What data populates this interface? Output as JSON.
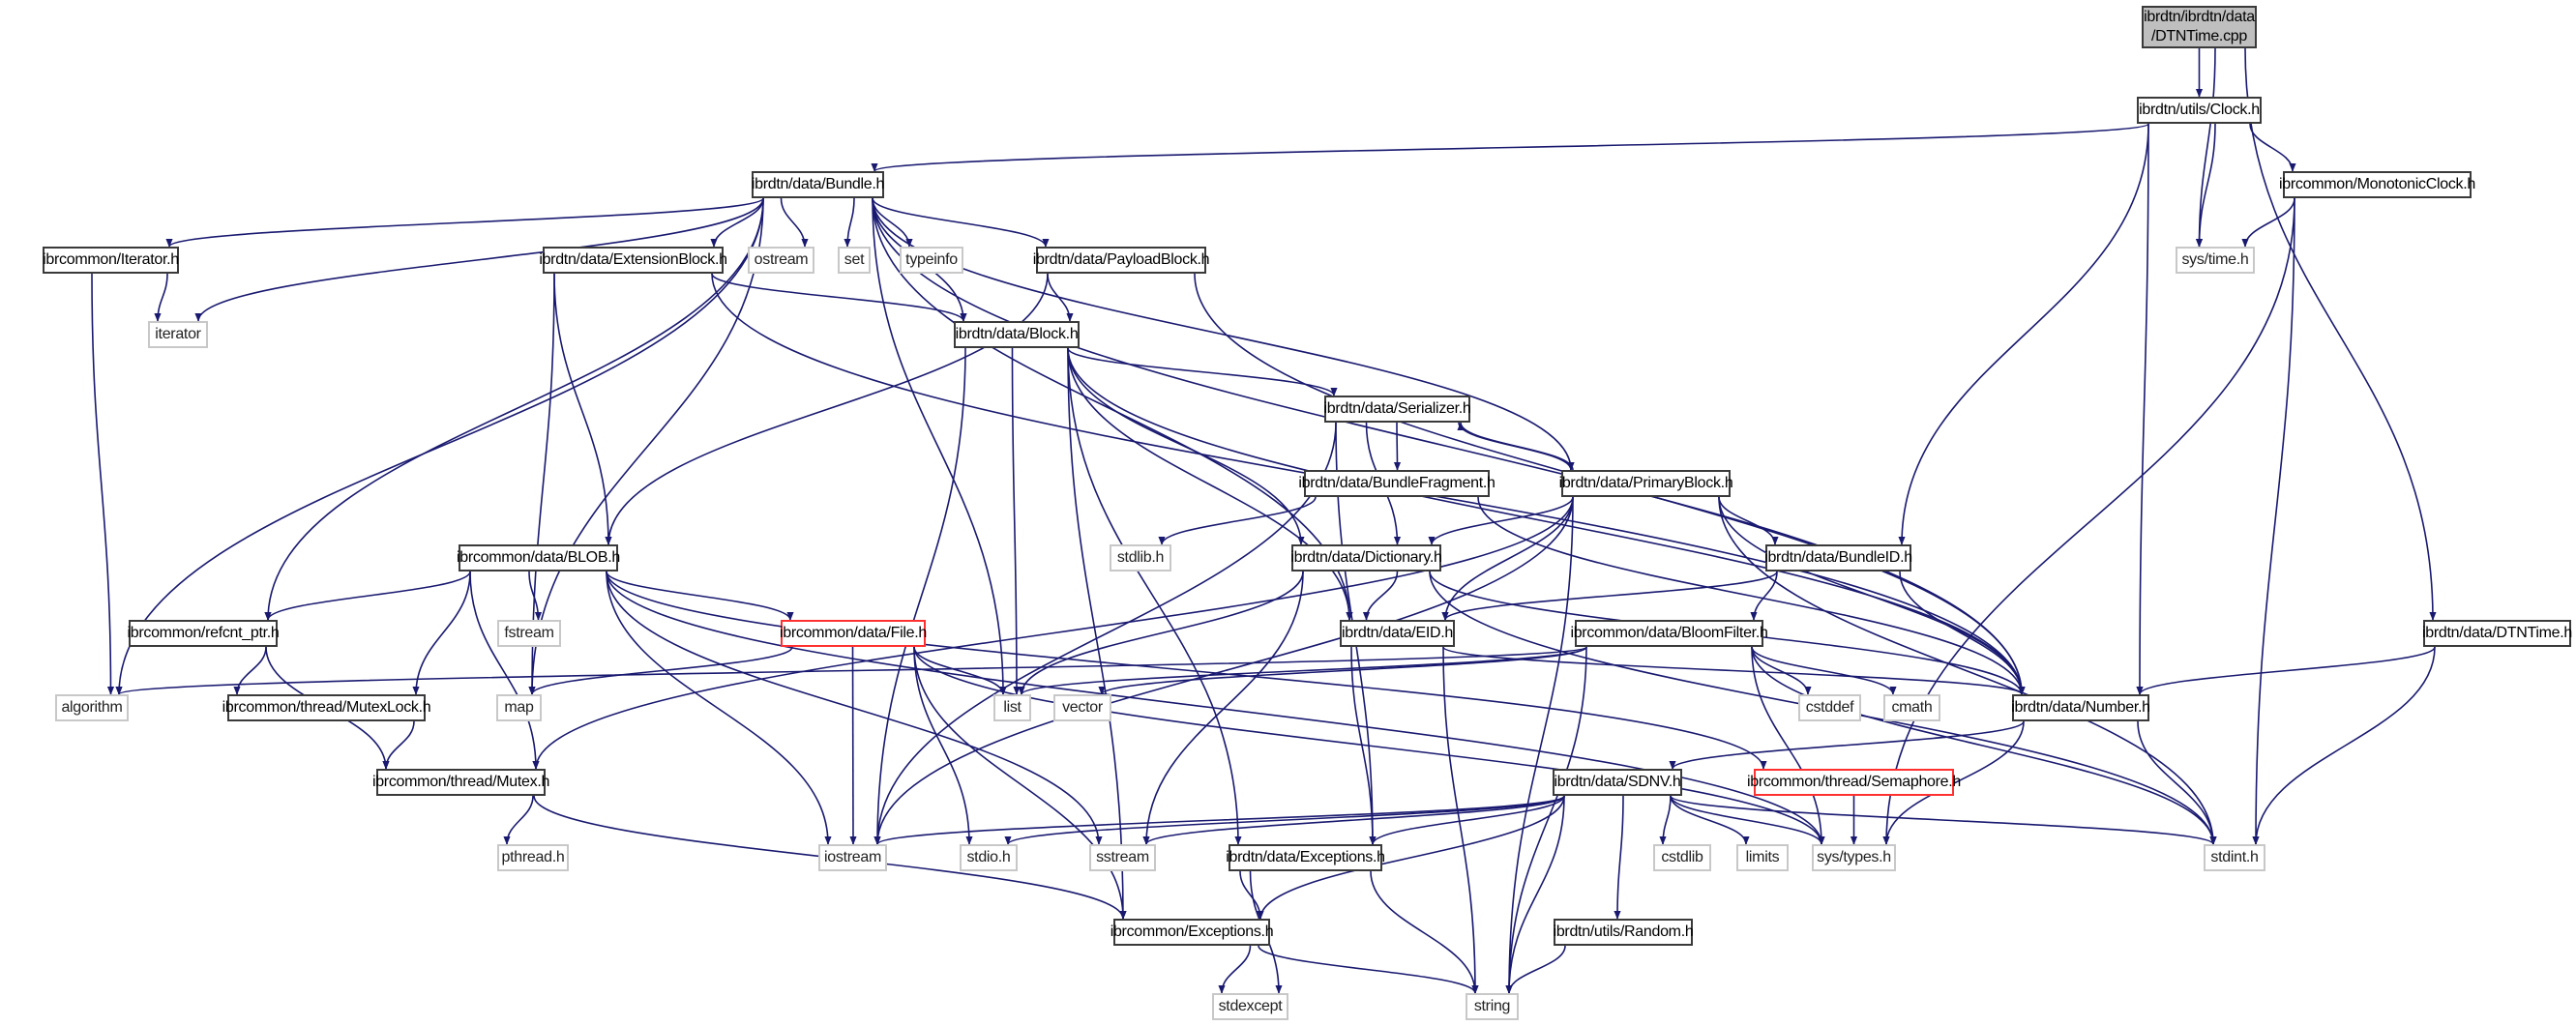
{
  "graph": {
    "edge_color": "#191970",
    "nodes": [
      {
        "id": "dtntime_cpp",
        "label": "ibrdtn/ibrdtn/data",
        "label2": "/DTNTime.cpp",
        "type": "root"
      },
      {
        "id": "clock",
        "label": "ibrdtn/utils/Clock.h",
        "type": "documented"
      },
      {
        "id": "bundle",
        "label": "ibrdtn/data/Bundle.h",
        "type": "documented"
      },
      {
        "id": "monoclock",
        "label": "ibrcommon/MonotonicClock.h",
        "type": "documented"
      },
      {
        "id": "iterator_h",
        "label": "ibrcommon/Iterator.h",
        "type": "documented"
      },
      {
        "id": "extblock",
        "label": "ibrdtn/data/ExtensionBlock.h",
        "type": "documented"
      },
      {
        "id": "ostream",
        "label": "ostream",
        "type": "external"
      },
      {
        "id": "set",
        "label": "set",
        "type": "external"
      },
      {
        "id": "typeinfo",
        "label": "typeinfo",
        "type": "external"
      },
      {
        "id": "payload",
        "label": "ibrdtn/data/PayloadBlock.h",
        "type": "documented"
      },
      {
        "id": "systime",
        "label": "sys/time.h",
        "type": "external"
      },
      {
        "id": "iterator",
        "label": "iterator",
        "type": "external"
      },
      {
        "id": "block",
        "label": "ibrdtn/data/Block.h",
        "type": "documented"
      },
      {
        "id": "serializer",
        "label": "ibrdtn/data/Serializer.h",
        "type": "documented"
      },
      {
        "id": "fragment",
        "label": "ibrdtn/data/BundleFragment.h",
        "type": "documented"
      },
      {
        "id": "primary",
        "label": "ibrdtn/data/PrimaryBlock.h",
        "type": "documented"
      },
      {
        "id": "blob",
        "label": "ibrcommon/data/BLOB.h",
        "type": "documented"
      },
      {
        "id": "stdlib",
        "label": "stdlib.h",
        "type": "external"
      },
      {
        "id": "dictionary",
        "label": "ibrdtn/data/Dictionary.h",
        "type": "documented"
      },
      {
        "id": "bundleid",
        "label": "ibrdtn/data/BundleID.h",
        "type": "documented"
      },
      {
        "id": "refcnt",
        "label": "ibrcommon/refcnt_ptr.h",
        "type": "documented"
      },
      {
        "id": "fstream",
        "label": "fstream",
        "type": "external"
      },
      {
        "id": "file",
        "label": "ibrcommon/data/File.h",
        "type": "incomplete"
      },
      {
        "id": "eid",
        "label": "ibrdtn/data/EID.h",
        "type": "documented"
      },
      {
        "id": "bloom",
        "label": "ibrcommon/data/BloomFilter.h",
        "type": "documented"
      },
      {
        "id": "dtntime_h",
        "label": "ibrdtn/data/DTNTime.h",
        "type": "documented"
      },
      {
        "id": "algorithm",
        "label": "algorithm",
        "type": "external"
      },
      {
        "id": "mutexlock",
        "label": "ibrcommon/thread/MutexLock.h",
        "type": "documented"
      },
      {
        "id": "map",
        "label": "map",
        "type": "external"
      },
      {
        "id": "list",
        "label": "list",
        "type": "external"
      },
      {
        "id": "vector",
        "label": "vector",
        "type": "external"
      },
      {
        "id": "cstddef",
        "label": "cstddef",
        "type": "external"
      },
      {
        "id": "cmath",
        "label": "cmath",
        "type": "external"
      },
      {
        "id": "number",
        "label": "ibrdtn/data/Number.h",
        "type": "documented"
      },
      {
        "id": "mutex",
        "label": "ibrcommon/thread/Mutex.h",
        "type": "documented"
      },
      {
        "id": "sdnv",
        "label": "ibrdtn/data/SDNV.h",
        "type": "documented"
      },
      {
        "id": "semaphore",
        "label": "ibrcommon/thread/Semaphore.h",
        "type": "incomplete"
      },
      {
        "id": "pthread",
        "label": "pthread.h",
        "type": "external"
      },
      {
        "id": "iostream",
        "label": "iostream",
        "type": "external"
      },
      {
        "id": "stdio",
        "label": "stdio.h",
        "type": "external"
      },
      {
        "id": "sstream",
        "label": "sstream",
        "type": "external"
      },
      {
        "id": "dexceptions",
        "label": "ibrdtn/data/Exceptions.h",
        "type": "documented"
      },
      {
        "id": "cstdlib",
        "label": "cstdlib",
        "type": "external"
      },
      {
        "id": "limits",
        "label": "limits",
        "type": "external"
      },
      {
        "id": "systypes",
        "label": "sys/types.h",
        "type": "external"
      },
      {
        "id": "stdint",
        "label": "stdint.h",
        "type": "external"
      },
      {
        "id": "cexceptions",
        "label": "ibrcommon/Exceptions.h",
        "type": "documented"
      },
      {
        "id": "random",
        "label": "ibrdtn/utils/Random.h",
        "type": "documented"
      },
      {
        "id": "stdexcept",
        "label": "stdexcept",
        "type": "external"
      },
      {
        "id": "string",
        "label": "string",
        "type": "external"
      }
    ],
    "edges": [
      [
        "dtntime_cpp",
        "clock"
      ],
      [
        "dtntime_cpp",
        "systime"
      ],
      [
        "dtntime_cpp",
        "dtntime_h"
      ],
      [
        "clock",
        "bundle"
      ],
      [
        "clock",
        "monoclock"
      ],
      [
        "clock",
        "systime"
      ],
      [
        "clock",
        "bundleid"
      ],
      [
        "clock",
        "number"
      ],
      [
        "monoclock",
        "systime"
      ],
      [
        "monoclock",
        "systypes"
      ],
      [
        "monoclock",
        "stdint"
      ],
      [
        "bundle",
        "iterator_h"
      ],
      [
        "bundle",
        "iterator"
      ],
      [
        "bundle",
        "algorithm"
      ],
      [
        "bundle",
        "refcnt"
      ],
      [
        "bundle",
        "map"
      ],
      [
        "bundle",
        "list"
      ],
      [
        "bundle",
        "extblock"
      ],
      [
        "bundle",
        "ostream"
      ],
      [
        "bundle",
        "set"
      ],
      [
        "bundle",
        "typeinfo"
      ],
      [
        "bundle",
        "payload"
      ],
      [
        "bundle",
        "block"
      ],
      [
        "bundle",
        "primary"
      ],
      [
        "bundle",
        "eid"
      ],
      [
        "bundle",
        "number"
      ],
      [
        "iterator_h",
        "iterator"
      ],
      [
        "iterator_h",
        "algorithm"
      ],
      [
        "extblock",
        "blob"
      ],
      [
        "extblock",
        "block"
      ],
      [
        "extblock",
        "map"
      ],
      [
        "extblock",
        "number"
      ],
      [
        "payload",
        "block"
      ],
      [
        "payload",
        "blob"
      ],
      [
        "payload",
        "number"
      ],
      [
        "block",
        "serializer"
      ],
      [
        "block",
        "dictionary"
      ],
      [
        "block",
        "eid"
      ],
      [
        "block",
        "list"
      ],
      [
        "block",
        "iostream"
      ],
      [
        "block",
        "dexceptions"
      ],
      [
        "block",
        "cexceptions"
      ],
      [
        "block",
        "number"
      ],
      [
        "serializer",
        "fragment"
      ],
      [
        "serializer",
        "primary"
      ],
      [
        "serializer",
        "dictionary"
      ],
      [
        "serializer",
        "iostream"
      ],
      [
        "serializer",
        "dexceptions"
      ],
      [
        "fragment",
        "stdlib"
      ],
      [
        "fragment",
        "number"
      ],
      [
        "primary",
        "serializer"
      ],
      [
        "primary",
        "dictionary"
      ],
      [
        "primary",
        "eid"
      ],
      [
        "primary",
        "bundleid"
      ],
      [
        "primary",
        "number"
      ],
      [
        "primary",
        "string"
      ],
      [
        "primary",
        "mutex"
      ],
      [
        "primary",
        "iostream"
      ],
      [
        "primary",
        "stdint"
      ],
      [
        "dictionary",
        "eid"
      ],
      [
        "dictionary",
        "list"
      ],
      [
        "dictionary",
        "sstream"
      ],
      [
        "dictionary",
        "number"
      ],
      [
        "dictionary",
        "stdint"
      ],
      [
        "bundleid",
        "eid"
      ],
      [
        "bundleid",
        "bloom"
      ],
      [
        "bundleid",
        "number"
      ],
      [
        "blob",
        "refcnt"
      ],
      [
        "blob",
        "mutexlock"
      ],
      [
        "blob",
        "mutex"
      ],
      [
        "blob",
        "fstream"
      ],
      [
        "blob",
        "file"
      ],
      [
        "blob",
        "iostream"
      ],
      [
        "blob",
        "sstream"
      ],
      [
        "blob",
        "semaphore"
      ],
      [
        "blob",
        "systypes"
      ],
      [
        "file",
        "map"
      ],
      [
        "file",
        "list"
      ],
      [
        "file",
        "iostream"
      ],
      [
        "file",
        "stdio"
      ],
      [
        "file",
        "cexceptions"
      ],
      [
        "file",
        "systypes"
      ],
      [
        "eid",
        "dexceptions"
      ],
      [
        "eid",
        "string"
      ],
      [
        "eid",
        "number"
      ],
      [
        "bloom",
        "algorithm"
      ],
      [
        "bloom",
        "list"
      ],
      [
        "bloom",
        "vector"
      ],
      [
        "bloom",
        "cstddef"
      ],
      [
        "bloom",
        "cmath"
      ],
      [
        "bloom",
        "systypes"
      ],
      [
        "bloom",
        "string"
      ],
      [
        "bloom",
        "stdint"
      ],
      [
        "dtntime_h",
        "number"
      ],
      [
        "dtntime_h",
        "stdint"
      ],
      [
        "refcnt",
        "mutexlock"
      ],
      [
        "refcnt",
        "mutex"
      ],
      [
        "mutexlock",
        "mutex"
      ],
      [
        "mutex",
        "pthread"
      ],
      [
        "mutex",
        "cexceptions"
      ],
      [
        "number",
        "sdnv"
      ],
      [
        "number",
        "systypes"
      ],
      [
        "number",
        "stdint"
      ],
      [
        "sdnv",
        "iostream"
      ],
      [
        "sdnv",
        "stdio"
      ],
      [
        "sdnv",
        "sstream"
      ],
      [
        "sdnv",
        "dexceptions"
      ],
      [
        "sdnv",
        "cexceptions"
      ],
      [
        "sdnv",
        "cstdlib"
      ],
      [
        "sdnv",
        "limits"
      ],
      [
        "sdnv",
        "systypes"
      ],
      [
        "sdnv",
        "stdint"
      ],
      [
        "sdnv",
        "random"
      ],
      [
        "sdnv",
        "string"
      ],
      [
        "semaphore",
        "systypes"
      ],
      [
        "dexceptions",
        "cexceptions"
      ],
      [
        "dexceptions",
        "stdexcept"
      ],
      [
        "dexceptions",
        "string"
      ],
      [
        "cexceptions",
        "stdexcept"
      ],
      [
        "cexceptions",
        "string"
      ],
      [
        "random",
        "string"
      ]
    ]
  }
}
